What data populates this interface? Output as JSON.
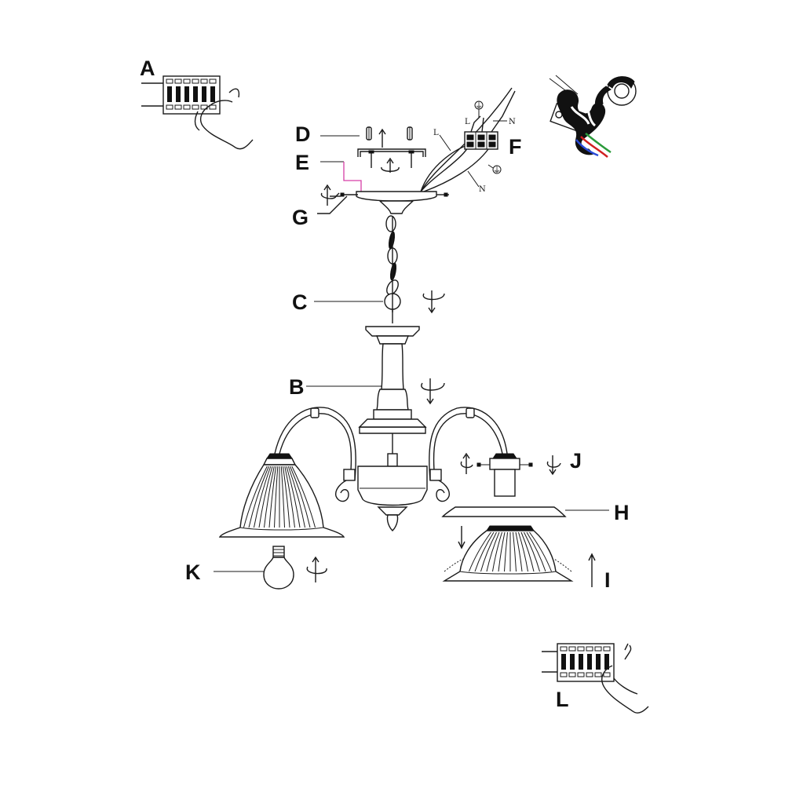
{
  "callouts": {
    "A": "A",
    "B": "B",
    "C": "C",
    "D": "D",
    "E": "E",
    "F": "F",
    "G": "G",
    "H": "H",
    "I": "I",
    "J": "J",
    "K": "K",
    "L": "L"
  },
  "wire_labels": {
    "live_top": "L",
    "neutral_top": "N",
    "live_left": "L",
    "neutral_bottom": "N",
    "earth_symbol": "⏚"
  },
  "colors": {
    "line": "#1a1a1a",
    "bracket_highlight": "#d63fa6",
    "wire_blue": "#2b4bd8",
    "wire_red": "#d02020",
    "wire_green": "#2a9a3a"
  }
}
